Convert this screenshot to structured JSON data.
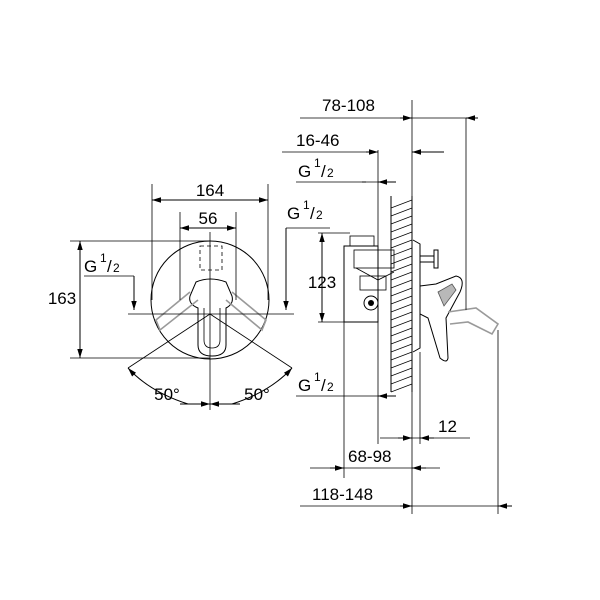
{
  "front_view": {
    "width_dim": "164",
    "inner_dim": "56",
    "height_dim": "163",
    "thread_left": {
      "letter": "G",
      "num": "1",
      "den": "2"
    },
    "thread_right": {
      "letter": "G",
      "num": "1",
      "den": "2"
    },
    "angle_left": "50°",
    "angle_right": "50°"
  },
  "side_view": {
    "dim_top": "78-108",
    "dim_mid": "16-46",
    "thread_top": {
      "letter": "G",
      "num": "1",
      "den": "2"
    },
    "height_dim": "123",
    "thread_bottom": {
      "letter": "G",
      "num": "1",
      "den": "2"
    },
    "dim_12": "12",
    "dim_68": "68-98",
    "dim_118": "118-148"
  }
}
